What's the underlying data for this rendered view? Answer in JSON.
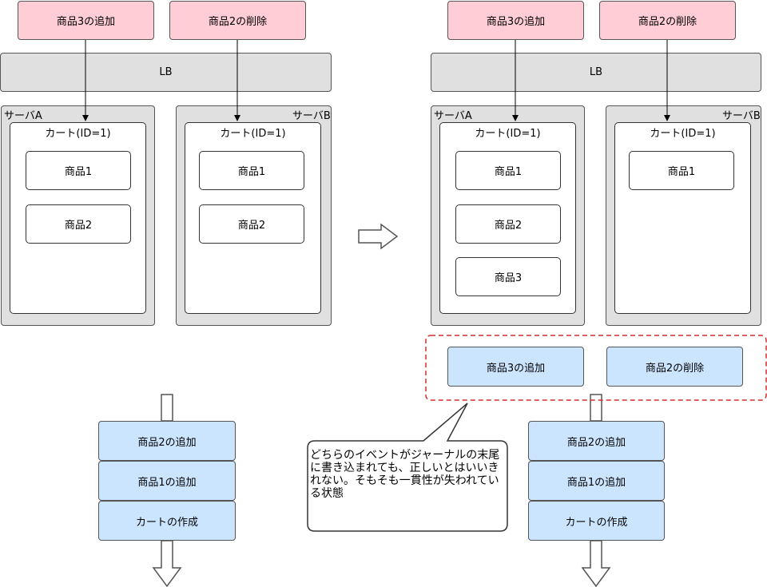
{
  "left": {
    "events": [
      "商品3の追加",
      "商品2の削除"
    ],
    "lb": "LB",
    "server_a": {
      "name": "サーバA",
      "cart": "カート(ID=1)",
      "items": [
        "商品1",
        "商品2"
      ]
    },
    "server_b": {
      "name": "サーバB",
      "cart": "カート(ID=1)",
      "items": [
        "商品1",
        "商品2"
      ]
    },
    "journal": [
      "商品2の追加",
      "商品1の追加",
      "カートの作成"
    ]
  },
  "right": {
    "events": [
      "商品3の追加",
      "商品2の削除"
    ],
    "lb": "LB",
    "server_a": {
      "name": "サーバA",
      "cart": "カート(ID=1)",
      "items": [
        "商品1",
        "商品2",
        "商品3"
      ]
    },
    "server_b": {
      "name": "サーバB",
      "cart": "カート(ID=1)",
      "items": [
        "商品1"
      ]
    },
    "pending": [
      "商品3の追加",
      "商品2の削除"
    ],
    "journal": [
      "商品2の追加",
      "商品1の追加",
      "カートの作成"
    ]
  },
  "note": "どちらのイベントがジャーナルの末尾に書き込まれても、正しいとはいいきれない。そもそも一貫性が失われている状態",
  "colors": {
    "event": "#ffcdd6",
    "pending": "#cce5ff",
    "server": "#e0e0e0",
    "dashed": "#d32f2f"
  }
}
